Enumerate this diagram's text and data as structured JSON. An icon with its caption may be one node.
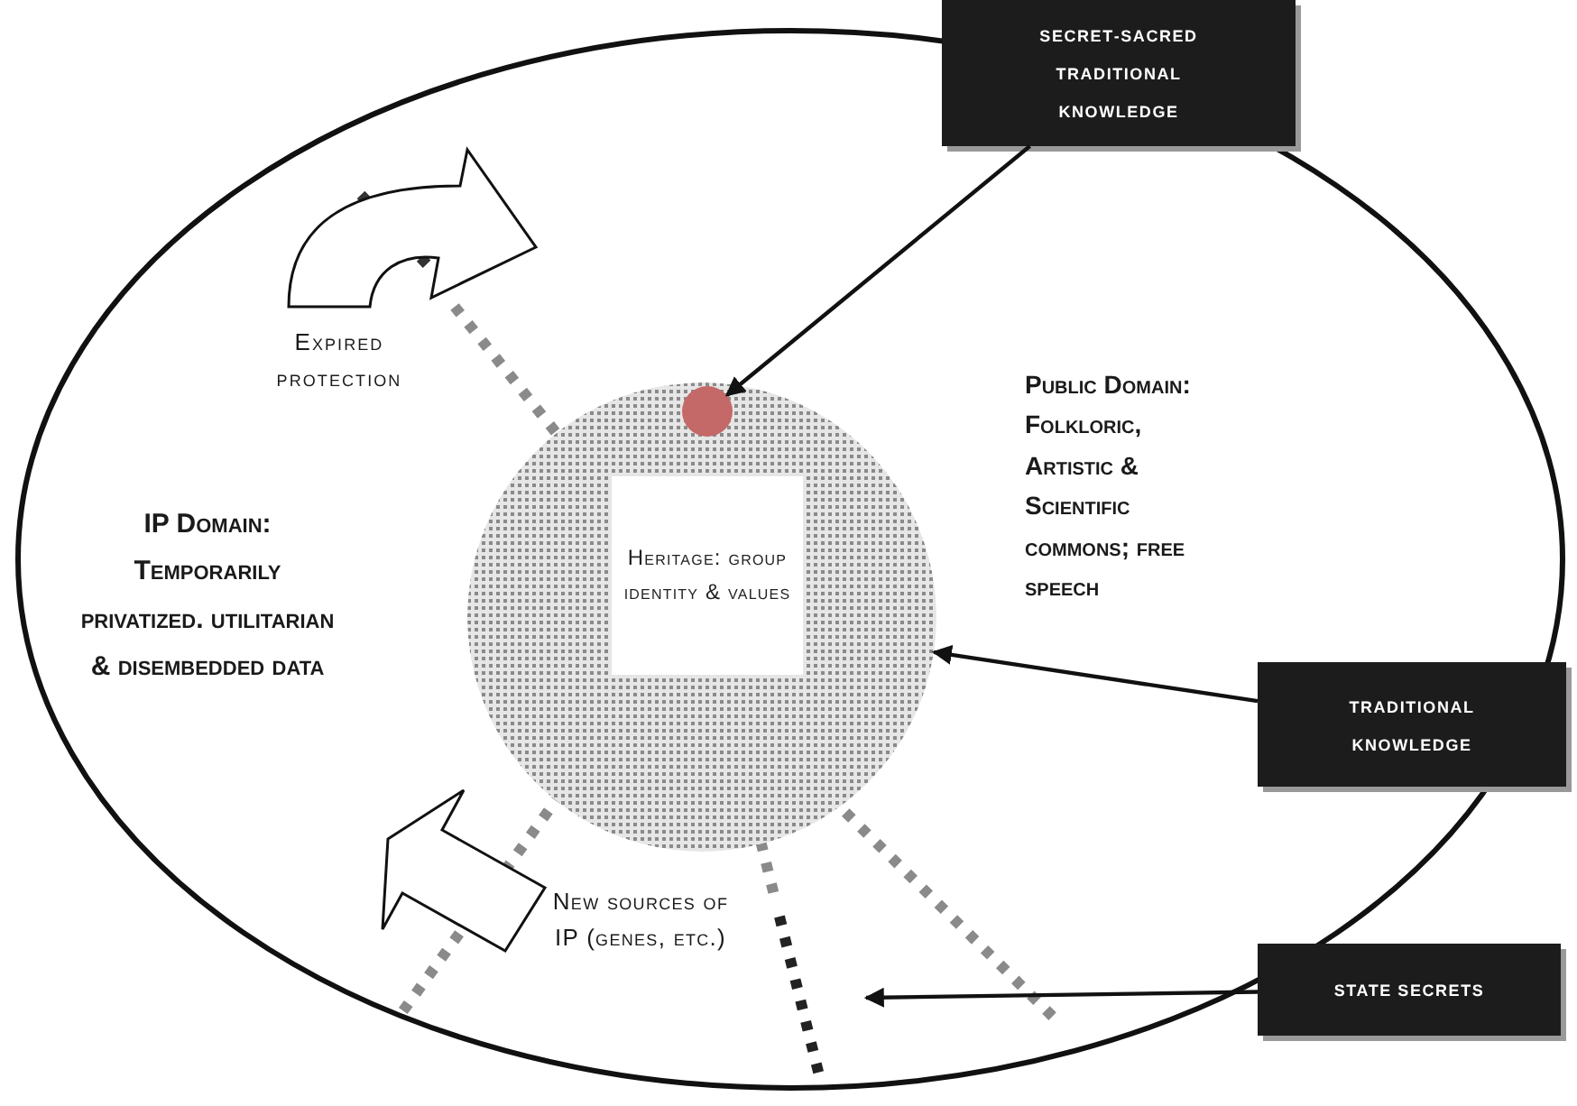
{
  "diagram": {
    "nodes": [
      {
        "text": [
          "Heritage: group identity & values"
        ]
      },
      {
        "text": [],
        "shape": "circle",
        "in": 0
      },
      {
        "text": [
          "Secret-sacred traditional knowledge"
        ]
      },
      {
        "text": [
          "Traditional knowledge"
        ]
      },
      {
        "text": [
          "State secrets"
        ]
      }
    ],
    "edges": [
      {
        "from": 2,
        "to": 1,
        "arrow": "to"
      },
      {
        "from": 3,
        "to": 0,
        "arrow": "to"
      },
      {
        "from": 4,
        "to": null,
        "arrow": "to"
      }
    ],
    "labels": [
      "Expired protection",
      "IP Domain: Temporarily privatized. utilitarian & disembedded data",
      "Public Domain: Folkloric, Artistic & Scientific commons; free speech",
      "New sources of IP (genes, etc.)"
    ]
  }
}
